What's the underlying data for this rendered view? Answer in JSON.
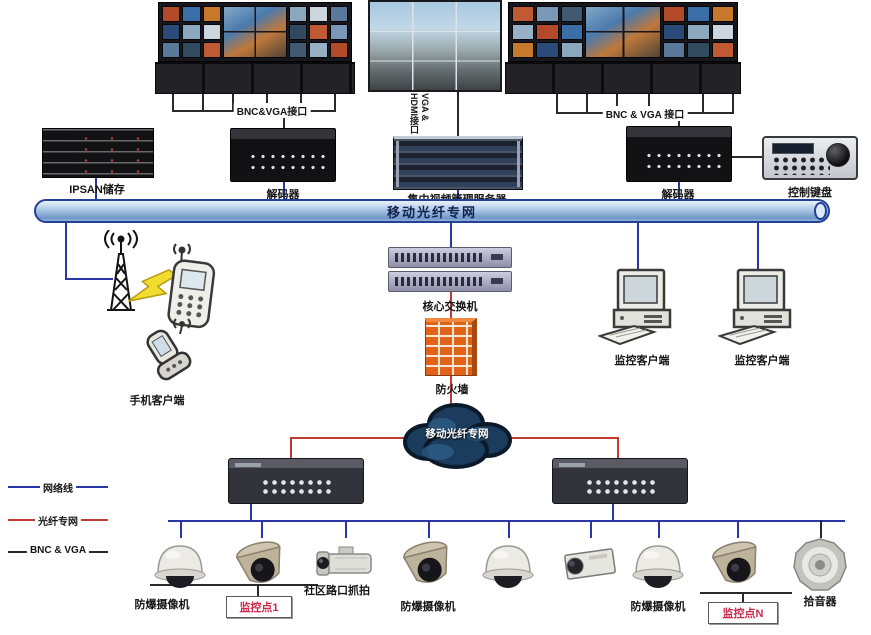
{
  "video_wall": {
    "palette": [
      "#b34a2a",
      "#3a6ea8",
      "#c8782a",
      "#2a4a78",
      "#8aa8c0",
      "#cdd6de",
      "#5a789a",
      "#304a60",
      "#c05a32",
      "#7a98b8",
      "#405a74",
      "#98b0c4"
    ]
  },
  "interfaces": {
    "left": "BNC&VGA接口",
    "center": "VGA & HDMI接口",
    "right": "BNC & VGA 接口"
  },
  "devices": {
    "ipsan": "IPSAN储存",
    "decoder_left": "解码器",
    "server": "集中视频管理服务器",
    "decoder_right": "解码器",
    "keyboard": "控制键盘",
    "core_switch": "核心交换机",
    "firewall": "防火墙"
  },
  "bus": {
    "label": "移动光纤专网"
  },
  "cloud": {
    "label": "移动光纤专网"
  },
  "clients": {
    "mobile": "手机客户端",
    "monitor_1": "监控客户端",
    "monitor_2": "监控客户端"
  },
  "legend": {
    "items": [
      {
        "label": "网络线",
        "color": "#2a35a8"
      },
      {
        "label": "光纤专网",
        "color": "#c23b32"
      },
      {
        "label": "BNC & VGA",
        "color": "#2a2a2e"
      }
    ]
  },
  "cameras": [
    {
      "type": "dome-white",
      "label": "防爆摄像机"
    },
    {
      "type": "dome-metal",
      "label": ""
    },
    {
      "type": "bullet",
      "label": "社区路口抓拍"
    },
    {
      "type": "dome-metal",
      "label": "防爆摄像机"
    },
    {
      "type": "dome-white",
      "label": ""
    },
    {
      "type": "box",
      "label": ""
    },
    {
      "type": "dome-white",
      "label": "防爆摄像机"
    },
    {
      "type": "dome-metal",
      "label": ""
    },
    {
      "type": "speaker",
      "label": "拾音器"
    }
  ],
  "monitor_points": {
    "p1": "监控点1",
    "pn": "监控点N"
  }
}
